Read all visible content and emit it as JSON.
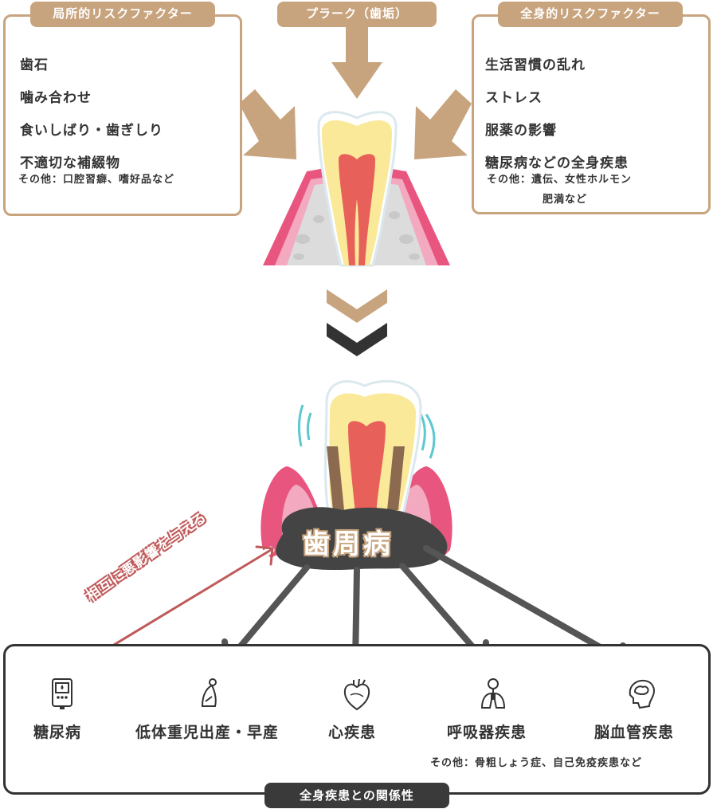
{
  "plaque": {
    "label": "プラーク（歯垢）"
  },
  "local_risk": {
    "title": "局所的リスクファクター",
    "items": [
      "歯石",
      "噛み合わせ",
      "食いしばり・歯ぎしり",
      "不適切な補綴物"
    ],
    "note": "その他：口腔習癖、嗜好品など"
  },
  "systemic_risk": {
    "title": "全身的リスクファクター",
    "items": [
      "生活習慣の乱れ",
      "ストレス",
      "服薬の影響",
      "糖尿病などの全身疾患"
    ],
    "note": "その他：遺伝、女性ホルモン",
    "note2": "肥満など"
  },
  "periodontal": {
    "label": "歯周病",
    "mutual": "相互に悪影響を与える"
  },
  "diseases": {
    "items": [
      {
        "label": "糖尿病",
        "icon": "glucose-meter-icon"
      },
      {
        "label": "低体重児出産・早産",
        "icon": "baby-icon"
      },
      {
        "label": "心疾患",
        "icon": "heart-icon"
      },
      {
        "label": "呼吸器疾患",
        "icon": "lungs-icon"
      },
      {
        "label": "脳血管疾患",
        "icon": "brain-icon"
      }
    ],
    "other": "その他：骨粗しょう症、自己免疫疾患など",
    "relation_title": "全身疾患との関係性"
  },
  "colors": {
    "accent": "#c8a47e",
    "dark": "#3a3a3a",
    "gum": "#e8567f",
    "pulp": "#e8605a",
    "dentin": "#fbe99a"
  }
}
